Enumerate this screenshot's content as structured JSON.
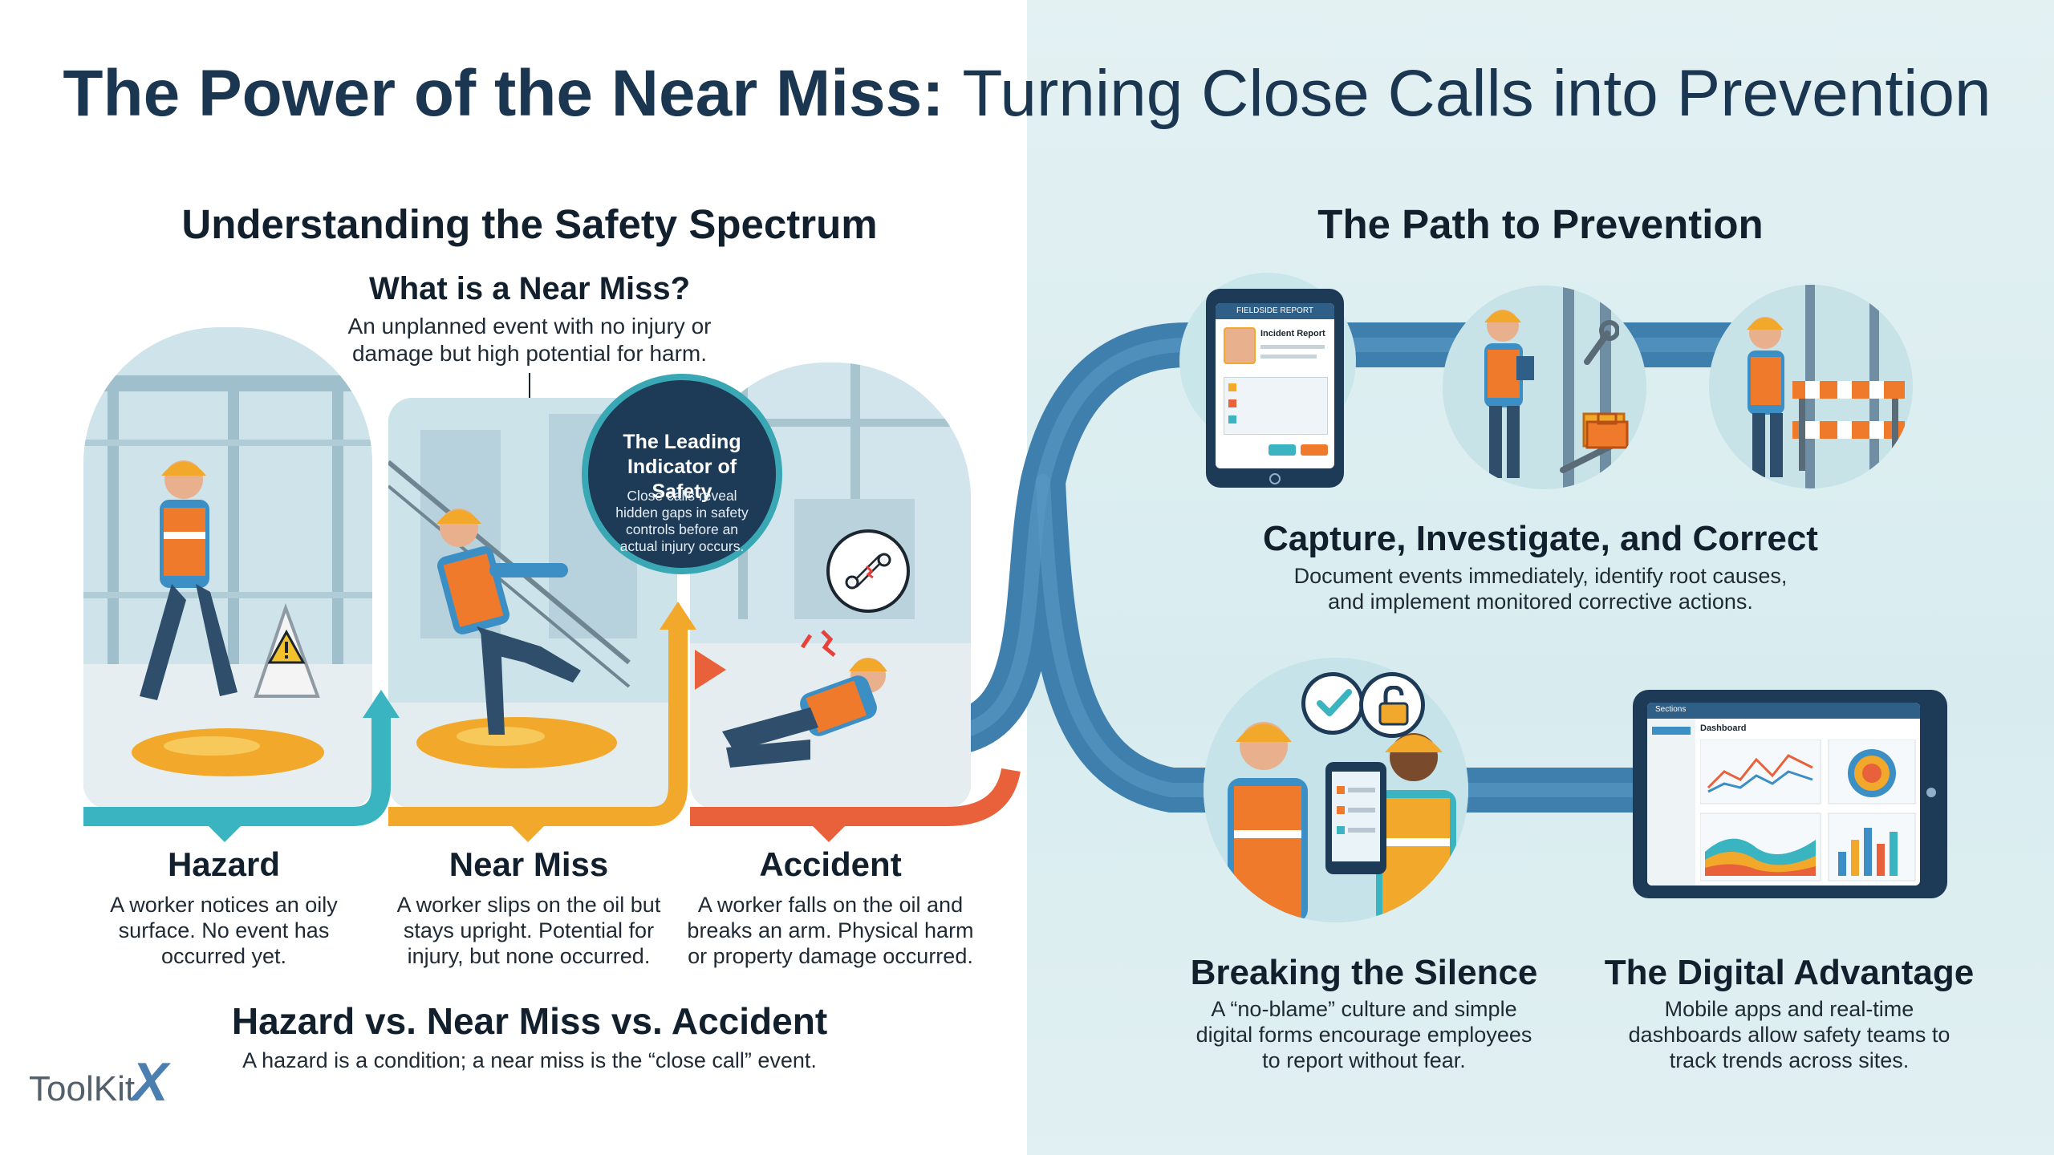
{
  "title": {
    "bold": "The Power of the Near Miss:",
    "light": "Turning Close Calls into Prevention"
  },
  "left": {
    "heading": "Understanding the Safety Spectrum",
    "near_miss_def": {
      "title": "What is a Near Miss?",
      "text": "An unplanned event with no injury or damage but high potential for harm."
    },
    "badge": {
      "title": "The Leading Indicator of Safety",
      "text": "Close calls reveal hidden gaps in safety controls before an actual injury occurs."
    },
    "stages": [
      {
        "label": "Hazard",
        "text": "A worker notices an oily surface. No event has occurred yet.",
        "color": "#3bb4c1"
      },
      {
        "label": "Near Miss",
        "text": "A worker slips on the oil but stays upright. Potential for injury, but none occurred.",
        "color": "#f2a92b"
      },
      {
        "label": "Accident",
        "text": "A worker falls on the oil and breaks an arm. Physical harm or property damage occurred.",
        "color": "#e8613a"
      }
    ],
    "comparison": {
      "title": "Hazard vs. Near Miss vs. Accident",
      "text": "A hazard is a condition; a near miss is the “close call” event."
    }
  },
  "right": {
    "heading": "The Path to Prevention",
    "tablet_header": "FIELDSIDE REPORT",
    "tablet_title": "Incident Report",
    "dashboard_tab": "Sections",
    "dashboard_title": "Dashboard",
    "capture": {
      "title": "Capture, Investigate, and Correct",
      "text": "Document events immediately, identify root causes, and implement monitored corrective actions."
    },
    "silence": {
      "title": "Breaking the Silence",
      "text": "A “no-blame” culture and simple digital forms encourage employees to report without fear."
    },
    "digital": {
      "title": "The Digital Advantage",
      "text": "Mobile apps and real-time dashboards allow safety teams to track trends across sites."
    }
  },
  "logo": {
    "text": "ToolKit",
    "mark": "X"
  },
  "colors": {
    "navy": "#1a3650",
    "teal": "#3bb4c1",
    "orange": "#f2a92b",
    "red": "#e8613a",
    "path_blue": "#3f7fad"
  },
  "icons": [
    "warning-icon",
    "bone-icon",
    "check-icon",
    "padlock-icon",
    "wrench-icon",
    "toolbox-icon"
  ]
}
